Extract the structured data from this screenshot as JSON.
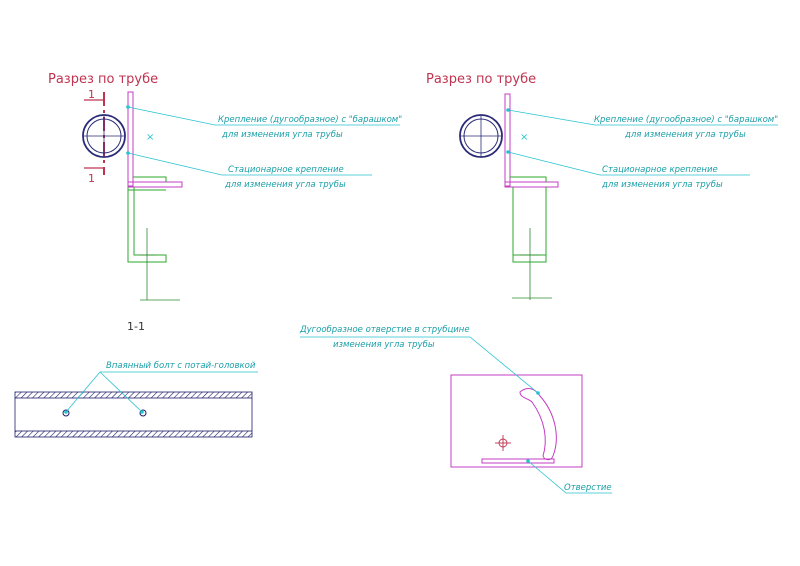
{
  "colors": {
    "title": "#c0334f",
    "leader": "#27c3cf",
    "pipe": "#2a2a78",
    "bracket": "#c43cc4",
    "profile": "#2ea82e",
    "section_line": "#c0334f",
    "centerline": "#2e8b2e",
    "hatch": "#1f1f6a"
  },
  "views": {
    "left_title": "Разрез по трубе",
    "right_title": "Разрез по трубе",
    "section_mark": "1",
    "section_mark_bottom": "1",
    "section_label": "1-1"
  },
  "notes": {
    "left_fastener_line1": "Крепление (дугообразное) с \"барашком\"",
    "left_fastener_line2": "для изменения угла трубы",
    "left_fixed_line1": "Стационарное крепление",
    "left_fixed_line2": "для изменения угла трубы",
    "right_fastener_line1": "Крепление (дугообразное) с \"барашком\"",
    "right_fastener_line2": "для изменения угла трубы",
    "right_fixed_line1": "Стационарное крепление",
    "right_fixed_line2": "для изменения угла трубы",
    "bolt": "Впаянный болт с потай-головкой",
    "arc_hole_line1": "Дугообразное отверстие в струбцине",
    "arc_hole_line2": "изменения угла трубы",
    "hole": "Отверстие"
  }
}
